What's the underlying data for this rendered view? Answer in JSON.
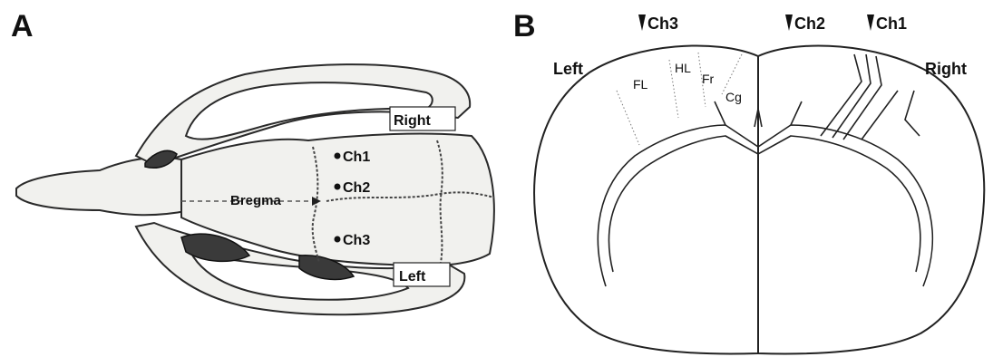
{
  "panel_a": {
    "letter": "A",
    "labels": {
      "right": "Right",
      "left": "Left",
      "bregma": "Bregma",
      "ch1": "Ch1",
      "ch2": "Ch2",
      "ch3": "Ch3"
    }
  },
  "panel_b": {
    "letter": "B",
    "labels": {
      "left": "Left",
      "right": "Right",
      "ch1": "Ch1",
      "ch2": "Ch2",
      "ch3": "Ch3",
      "fl": "FL",
      "hl": "HL",
      "fr": "Fr",
      "cg": "Cg"
    }
  }
}
